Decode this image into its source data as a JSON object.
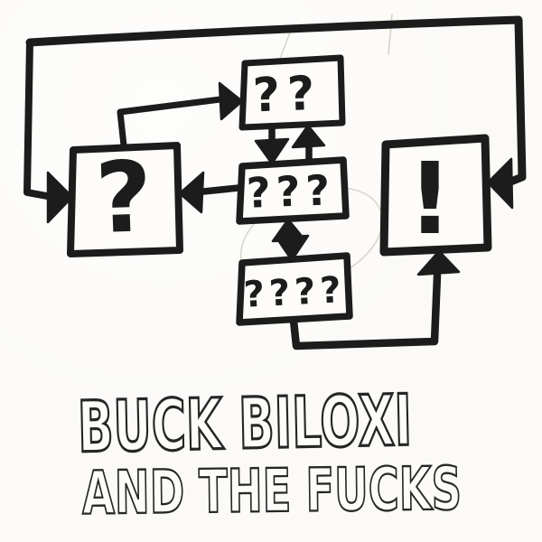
{
  "artwork": {
    "ink_color": "#1c1c1c",
    "paper_color": "#fbfaf7",
    "boxes": [
      {
        "id": "question-1",
        "label": "?"
      },
      {
        "id": "question-2",
        "label": "??"
      },
      {
        "id": "question-3",
        "label": "???"
      },
      {
        "id": "question-4",
        "label": "????"
      },
      {
        "id": "exclamation",
        "label": "!"
      }
    ],
    "title": {
      "line1": "BUCK BILOXI",
      "line2": "AND THE FUCKS"
    }
  }
}
